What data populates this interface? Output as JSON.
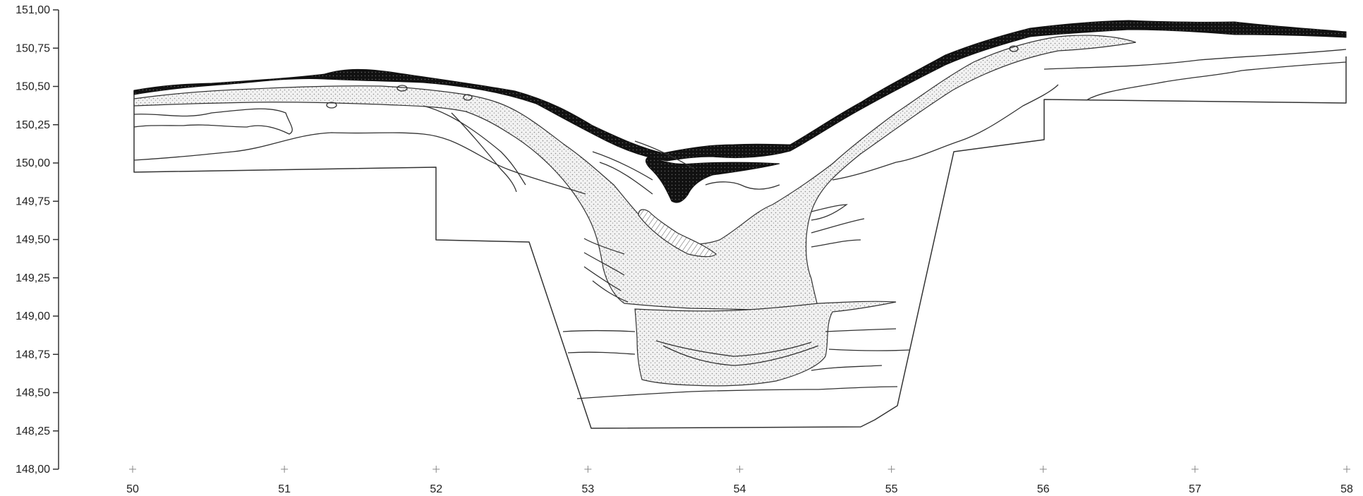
{
  "figure": {
    "type": "archaeological-section-profile",
    "y_axis": {
      "ticks": [
        "151,00",
        "150,75",
        "150,50",
        "150,25",
        "150,00",
        "149,75",
        "149,50",
        "149,25",
        "149,00",
        "148,75",
        "148,50",
        "148,25",
        "148,00"
      ],
      "range": [
        148.0,
        151.0
      ],
      "step": 0.25
    },
    "x_axis": {
      "ticks": [
        "50",
        "51",
        "52",
        "53",
        "54",
        "55",
        "56",
        "57",
        "58"
      ],
      "range": [
        50,
        58
      ]
    },
    "fills": {
      "topsoil": "#111111",
      "sand": "#d9d9d9",
      "hatched": "#555555",
      "line": "#333333"
    }
  }
}
